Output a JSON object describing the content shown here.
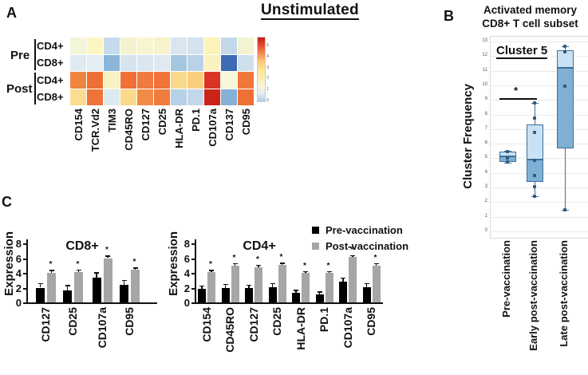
{
  "figure": {
    "panel_a_label": "A",
    "panel_b_label": "B",
    "panel_c_label": "C",
    "condition_title": "Unstimulated",
    "panel_b_title": [
      "Activated memory",
      "CD8+ T cell subset"
    ],
    "cluster_label": "Cluster 5",
    "cluster_ylabel": "Cluster Frequency",
    "expression_label": "Expression",
    "cd8_title": "CD8+",
    "cd4_title": "CD4+"
  },
  "panel_a": {
    "row_groups": [
      {
        "label": "Pre",
        "rows": [
          "CD4+",
          "CD8+"
        ]
      },
      {
        "label": "Post",
        "rows": [
          "CD4+",
          "CD8+"
        ]
      }
    ]
  },
  "legend": {
    "items": [
      {
        "label": "Pre-vaccination",
        "color": "#000000"
      },
      {
        "label": "Post-vaccination",
        "color": "#a6a6a6"
      }
    ]
  },
  "colors": {
    "box_light": "#c9e2f3",
    "box_dark": "#7fafd2",
    "box_border": "#3f6f9d",
    "box_point": "#2e5a80",
    "bar_pre": "#000000",
    "bar_post": "#a6a6a6"
  },
  "chart_data": [
    {
      "id": "unstimulated-heatmap",
      "type": "heatmap",
      "title": "Unstimulated",
      "rows": [
        "Pre CD4+",
        "Pre CD8+",
        "Post CD4+",
        "Post CD8+"
      ],
      "columns": [
        "CD154",
        "TCR.Vd2",
        "TIM3",
        "CD45RO",
        "CD127",
        "CD25",
        "HLA-DR",
        "PD.1",
        "CD107a",
        "CD137",
        "CD95"
      ],
      "values": [
        [
          2.2,
          2.3,
          1.0,
          2.1,
          2.1,
          2.2,
          1.3,
          1.2,
          2.5,
          1.1,
          2.1
        ],
        [
          1.2,
          1.4,
          0.5,
          1.1,
          1.2,
          1.2,
          0.7,
          0.9,
          2.3,
          0.0,
          1.0
        ],
        [
          4.1,
          4.4,
          2.3,
          4.4,
          4.2,
          4.3,
          3.1,
          3.3,
          4.9,
          2.0,
          4.2
        ],
        [
          3.0,
          4.3,
          1.4,
          3.1,
          4.0,
          4.2,
          0.9,
          1.0,
          5.2,
          0.7,
          4.4
        ]
      ],
      "cell_colors": [
        [
          "#f2f5d8",
          "#fdf6c3",
          "#c6dbeb",
          "#f4f3d0",
          "#f8f4d2",
          "#f6f3cc",
          "#d9e6f0",
          "#d4e3ee",
          "#fbf3b9",
          "#c3d8ea",
          "#f3f3d2"
        ],
        [
          "#dfeaf2",
          "#e4eef3",
          "#8cb6d9",
          "#d5e4ee",
          "#d9e7f1",
          "#dfe9f2",
          "#a6c6e0",
          "#b9d2e7",
          "#f9f2c0",
          "#3d6cb4",
          "#cfe0ed"
        ],
        [
          "#f0853f",
          "#ee6f33",
          "#f7f3c3",
          "#f07038",
          "#f07a40",
          "#f07337",
          "#fad98a",
          "#fbce7e",
          "#d93426",
          "#f8f6db",
          "#f0773b"
        ],
        [
          "#fbdc94",
          "#ee7338",
          "#ddeaf0",
          "#fbd98b",
          "#f08a45",
          "#f07b3e",
          "#b6d0e6",
          "#c2d8ea",
          "#cc2318",
          "#87b0d6",
          "#ee7034"
        ]
      ],
      "colorbar": {
        "min": 0,
        "max": 5,
        "ticks": [
          5,
          4,
          3,
          2,
          1,
          0
        ],
        "gradient_bottom_to_top": [
          "#aecde3",
          "#e4edf4",
          "#f9f4d4",
          "#fdedb0",
          "#fee493",
          "#fdc87c",
          "#f68a51",
          "#e44d30",
          "#c21f16"
        ]
      }
    },
    {
      "id": "cluster5-boxplot",
      "type": "box",
      "title": "Activated memory CD8+ T cell subset",
      "subtitle": "Cluster 5",
      "ylabel": "Cluster Frequency",
      "ylim": [
        0,
        13
      ],
      "yticks": [
        0,
        1,
        2,
        3,
        4,
        5,
        6,
        7,
        8,
        9,
        10,
        11,
        12,
        13
      ],
      "categories": [
        "Pre-vaccination",
        "Early post-vaccination",
        "Late post-vaccination"
      ],
      "boxes": [
        {
          "whisker_low": 4.7,
          "q1": 4.75,
          "median": 5.15,
          "q3": 5.45,
          "whisker_high": 5.5,
          "points": [
            4.75,
            5.0,
            5.45
          ]
        },
        {
          "whisker_low": 2.4,
          "q1": 3.4,
          "median": 4.9,
          "q3": 7.3,
          "whisker_high": 8.8,
          "points": [
            2.4,
            3.05,
            3.8,
            4.85,
            6.8,
            7.75,
            8.8
          ]
        },
        {
          "whisker_low": 1.45,
          "q1": 5.7,
          "median": 11.2,
          "q3": 12.4,
          "whisker_high": 12.65,
          "points": [
            1.45,
            9.95,
            12.3,
            12.65
          ]
        }
      ],
      "significance": {
        "between": [
          "Pre-vaccination",
          "Early post-vaccination"
        ],
        "label": "*",
        "y": 9.1
      }
    },
    {
      "id": "cd8-expression",
      "type": "bar",
      "title": "CD8+",
      "ylabel": "Expression",
      "ylim": [
        0,
        8
      ],
      "yticks": [
        0,
        2,
        4,
        6,
        8
      ],
      "categories": [
        "CD127",
        "CD25",
        "CD107a",
        "CD95"
      ],
      "series": [
        {
          "name": "Pre-vaccination",
          "color": "#000000",
          "values": [
            2.0,
            1.6,
            3.3,
            2.4
          ],
          "errors": [
            0.6,
            0.75,
            0.8,
            0.65
          ],
          "sig": [
            false,
            false,
            false,
            false
          ]
        },
        {
          "name": "Post-vaccination",
          "color": "#a6a6a6",
          "values": [
            4.0,
            4.1,
            6.0,
            4.4
          ],
          "errors": [
            0.4,
            0.35,
            0.35,
            0.35
          ],
          "sig": [
            true,
            true,
            true,
            true
          ]
        }
      ]
    },
    {
      "id": "cd4-expression",
      "type": "bar",
      "title": "CD4+",
      "ylabel": "Expression",
      "ylim": [
        0,
        8
      ],
      "yticks": [
        0,
        2,
        4,
        6,
        8
      ],
      "categories": [
        "CD154",
        "CD45RO",
        "CD127",
        "CD25",
        "HLA-DR",
        "PD.1",
        "CD107a",
        "CD95"
      ],
      "series": [
        {
          "name": "Pre-vaccination",
          "color": "#000000",
          "values": [
            1.8,
            2.0,
            1.9,
            2.1,
            1.3,
            1.1,
            2.8,
            2.1
          ],
          "errors": [
            0.5,
            0.5,
            0.5,
            0.5,
            0.4,
            0.4,
            0.6,
            0.5
          ],
          "sig": [
            false,
            false,
            false,
            false,
            false,
            false,
            false,
            false
          ]
        },
        {
          "name": "Post-vaccination",
          "color": "#a6a6a6",
          "values": [
            4.1,
            5.0,
            4.8,
            5.1,
            4.0,
            4.0,
            6.2,
            5.0
          ],
          "errors": [
            0.3,
            0.3,
            0.3,
            0.3,
            0.25,
            0.25,
            0.2,
            0.3
          ],
          "sig": [
            true,
            true,
            true,
            true,
            true,
            true,
            true,
            true
          ]
        }
      ]
    }
  ]
}
